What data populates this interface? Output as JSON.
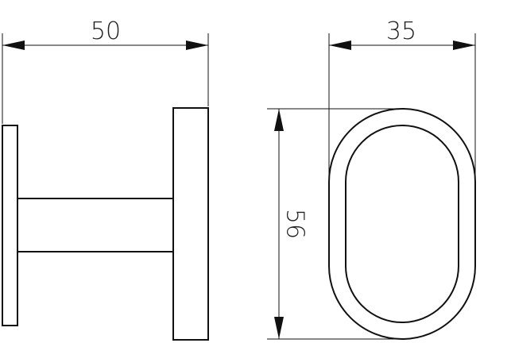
{
  "dimensions": {
    "side_width": "50",
    "front_width": "35",
    "front_height": "56"
  },
  "colors": {
    "line": "#111111",
    "background": "#ffffff"
  }
}
